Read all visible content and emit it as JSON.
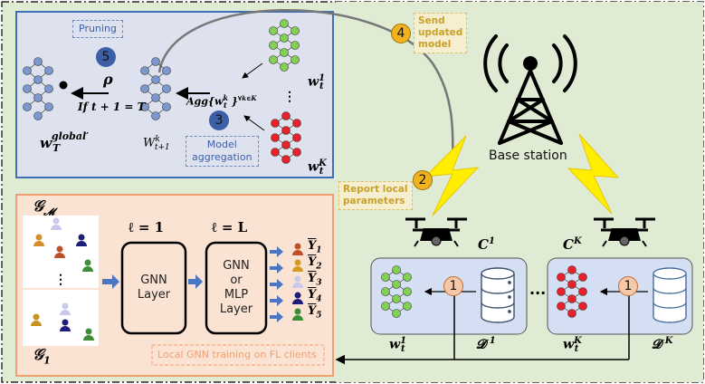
{
  "pruning_label": "Pruning",
  "step5": "5",
  "rho": "ρ",
  "if_label": "If t + 1 = T",
  "w_global": "w",
  "w_global_sub": "T",
  "w_global_sup": "global′",
  "w_tk1": "W",
  "w_tk1_sub": "t+1",
  "w_tk1_sup": "k",
  "agg_label": "Agg{w",
  "agg_sub": "t",
  "agg_sup": "k",
  "agg_tail": "}",
  "agg_cond": "∀k∈K",
  "step3": "3",
  "model_aggregation": "Model\naggregation",
  "w_t1": "w",
  "w_t1_sub": "t",
  "w_t1_sup": "1",
  "dots_vert": "⋮",
  "w_tK": "w",
  "w_tK_sub": "t",
  "w_tK_sup": "K",
  "step4": "4",
  "send_updated": "Send\nupdated\nmodel",
  "step2": "2",
  "report_local": "Report local\nparameters",
  "base_station": "Base station",
  "G_M": "𝒢",
  "G_M_sub": "𝓜",
  "G_1": "𝒢",
  "G_1_sub": "1",
  "ell_1": "ℓ = 1",
  "ell_L": "ℓ = L",
  "gnn_layer": "GNN\nLayer",
  "gnn_mlp_layer": "GNN\nor\nMLP\nLayer",
  "y_labels": [
    "Y1",
    "Y2",
    "Y3",
    "Y4",
    "Y5"
  ],
  "y_subs": [
    "1",
    "2",
    "3",
    "4",
    "5"
  ],
  "local_training": "Local GNN training on FL clients",
  "C1": "C",
  "C1_sup": "1",
  "CK": "C",
  "CK_sup": "K",
  "step1": "1",
  "client_w1": "w",
  "client_w1_sub": "t",
  "client_w1_sup": "1",
  "client_D1": "𝓓",
  "client_D1_sup": "1",
  "client_wK": "w",
  "client_wK_sub": "t",
  "client_wK_sup": "K",
  "client_DK": "𝓓",
  "client_DK_sup": "K",
  "ellipsis_h": "···",
  "colors": {
    "green_bg": "#dfebd3",
    "blue_panel": "#dde2ee",
    "peach_panel": "#fbe3d3",
    "client_box": "#d5dff3",
    "node_blue": "#7d98cf",
    "node_green": "#82d154",
    "node_red": "#e8202a",
    "bolt": "#ffee00"
  }
}
